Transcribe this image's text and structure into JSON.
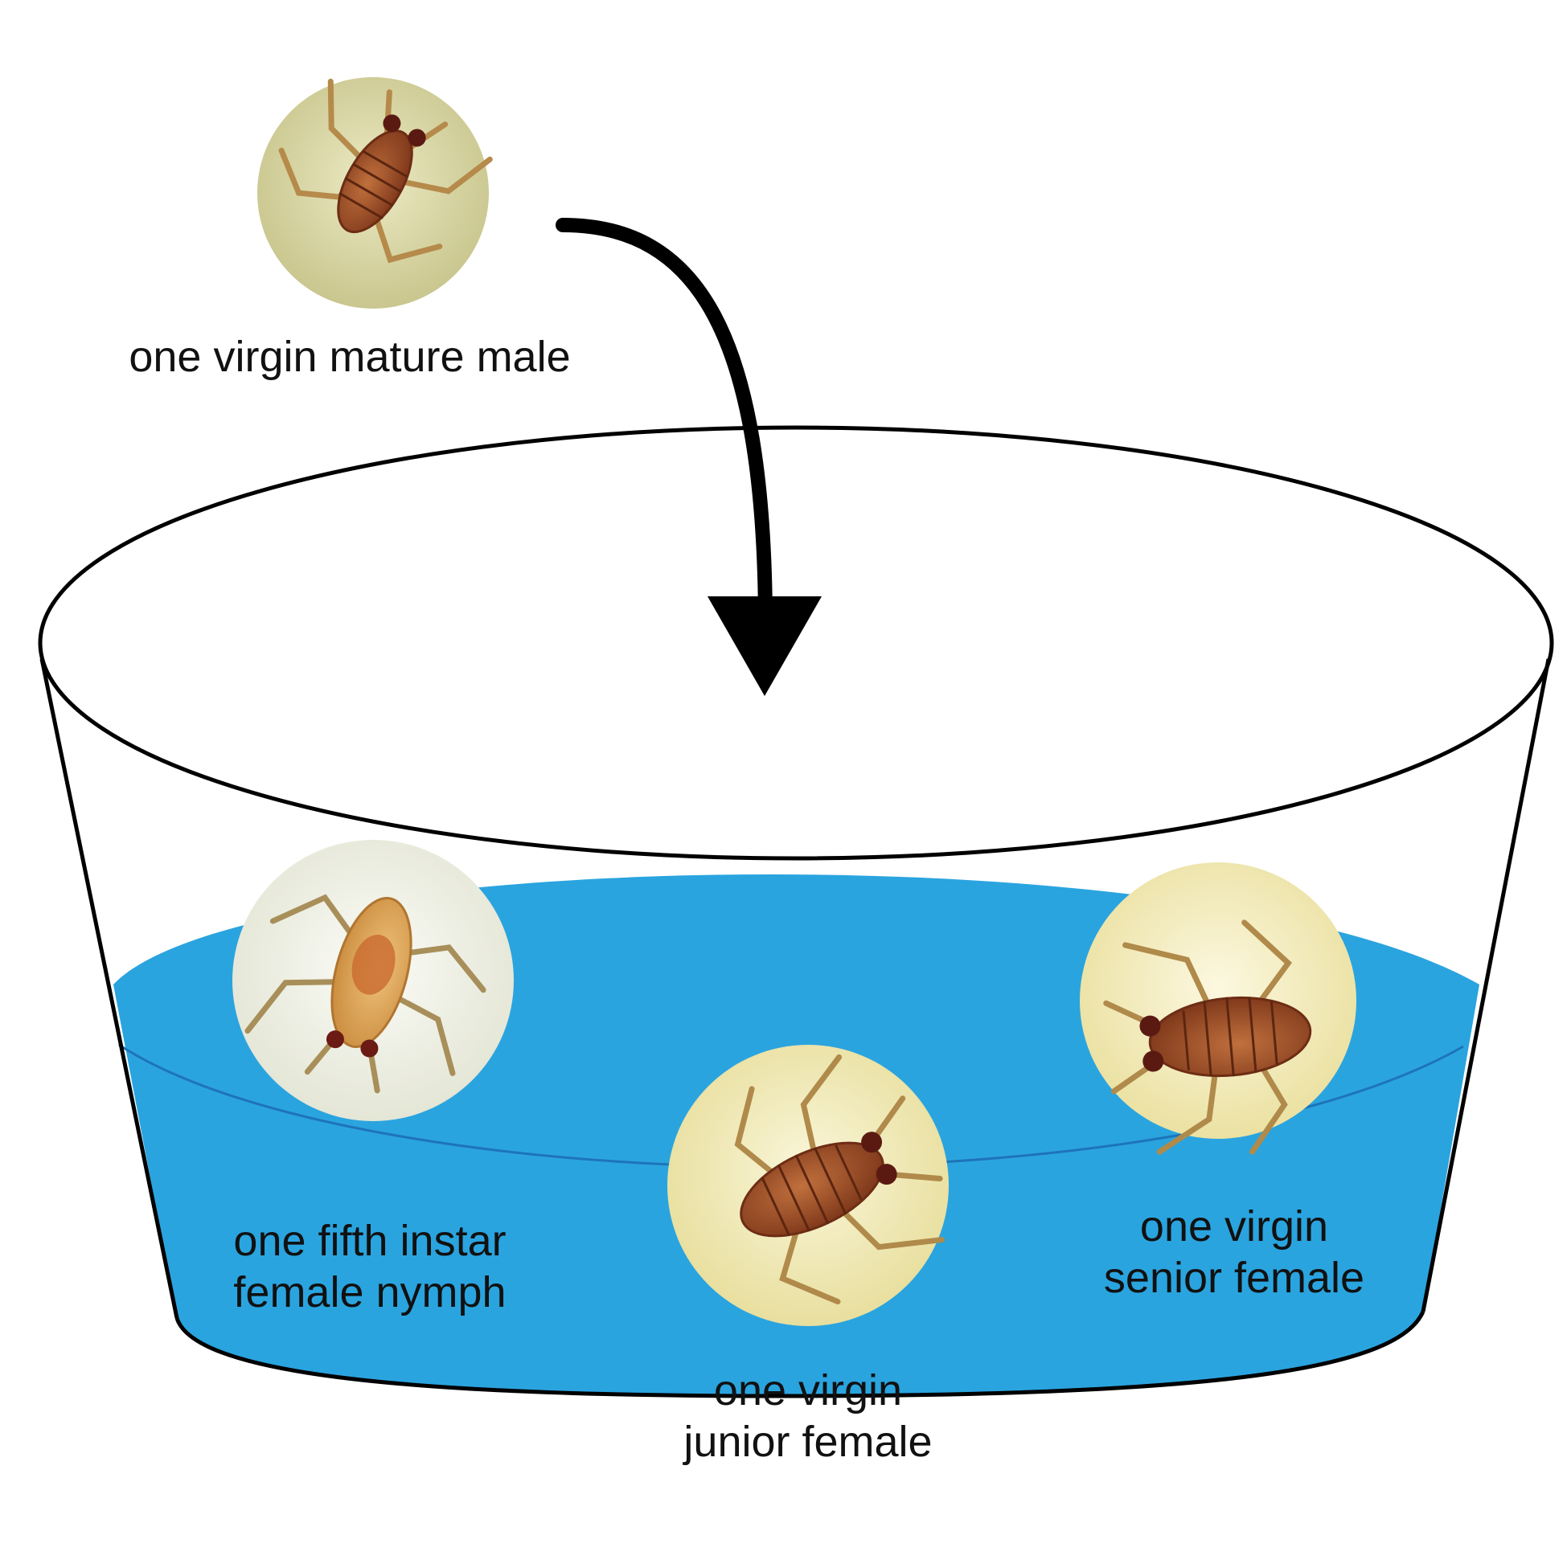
{
  "colors": {
    "water": "#2aa4df",
    "water_line": "#1e74b8",
    "outline": "#000000",
    "male_photo_bg": "#d8d6a4",
    "nymph_photo_bg": "#f2f3ea",
    "junior_photo_bg": "#f1ecc2",
    "senior_photo_bg": "#f4eec0",
    "insect_body": "#9a4a25",
    "nymph_body": "#dca55a"
  },
  "insects": {
    "male": {
      "label": "one virgin mature male",
      "icon": "water-bug-photo"
    },
    "nymph": {
      "label_line1": "one fifth instar",
      "label_line2": "female nymph",
      "icon": "water-bug-nymph-photo"
    },
    "junior": {
      "label_line1": "one virgin",
      "label_line2": "junior female",
      "icon": "water-bug-photo"
    },
    "senior": {
      "label_line1": "one virgin",
      "label_line2": "senior female",
      "icon": "water-bug-photo"
    }
  },
  "arrow": {
    "icon": "curved-down-arrow-icon"
  },
  "container": {
    "icon": "water-tub"
  }
}
